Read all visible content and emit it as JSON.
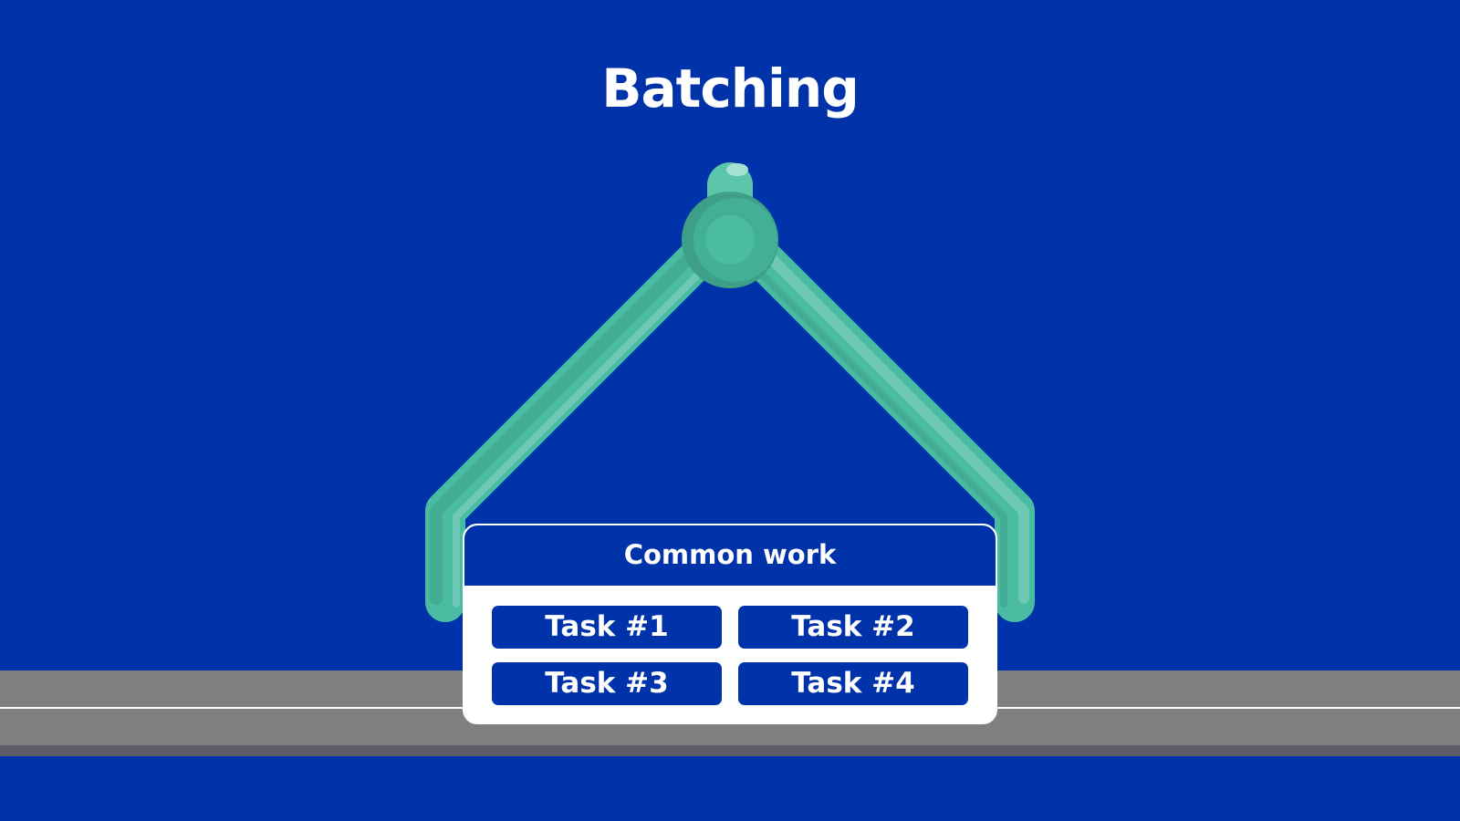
{
  "title": "Batching",
  "batch": {
    "header": "Common work",
    "tasks": [
      "Task #1",
      "Task #2",
      "Task #3",
      "Task #4"
    ]
  },
  "colors": {
    "background": "#0033aa",
    "crane_main": "#49bca2",
    "crane_dark": "#3d9f88",
    "crane_light": "#7dcfbd",
    "conveyor": "#808080",
    "conveyor_dark": "#5e5e6a",
    "box": "#ffffff"
  },
  "icons": {
    "crane": "crane-hook-icon"
  }
}
